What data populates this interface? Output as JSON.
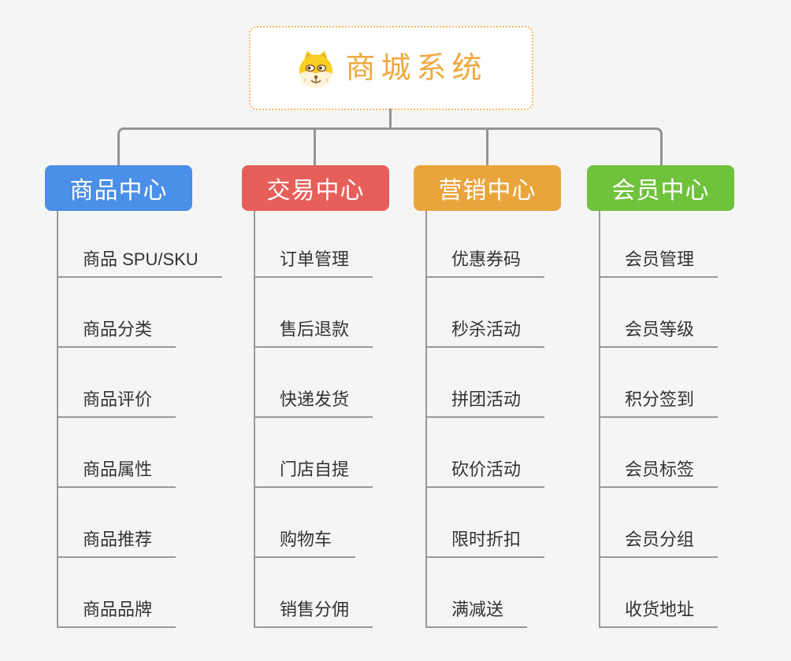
{
  "root": {
    "title": "商城系统",
    "icon": "dog-face-icon",
    "title_color": "#efa93f",
    "border_color": "#f2bb60"
  },
  "connector_color": "#949494",
  "background_color": "#f5f5f5",
  "branches": [
    {
      "label": "商品中心",
      "color": "#4a8fe8",
      "children": [
        "商品 SPU/SKU",
        "商品分类",
        "商品评价",
        "商品属性",
        "商品推荐",
        "商品品牌"
      ]
    },
    {
      "label": "交易中心",
      "color": "#e65f5a",
      "children": [
        "订单管理",
        "售后退款",
        "快递发货",
        "门店自提",
        "购物车",
        "销售分佣"
      ]
    },
    {
      "label": "营销中心",
      "color": "#e9a53c",
      "children": [
        "优惠券码",
        "秒杀活动",
        "拼团活动",
        "砍价活动",
        "限时折扣",
        "满减送"
      ]
    },
    {
      "label": "会员中心",
      "color": "#6fc23c",
      "children": [
        "会员管理",
        "会员等级",
        "积分签到",
        "会员标签",
        "会员分组",
        "收货地址"
      ]
    }
  ]
}
